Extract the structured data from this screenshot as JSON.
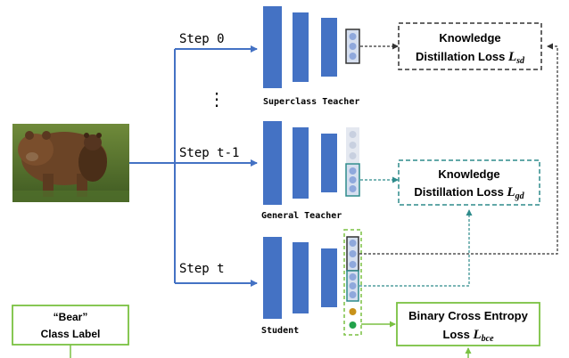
{
  "steps": {
    "step0": "Step 0",
    "ellipsis": "⋮",
    "stept1": "Step t-1",
    "stept": "Step t"
  },
  "networks": {
    "superclass_teacher": "Superclass Teacher",
    "general_teacher": "General Teacher",
    "student": "Student"
  },
  "losses": {
    "kd_sd": {
      "line1": "Knowledge",
      "line2": "Distillation Loss ",
      "symbol": "L",
      "subscript": "sd"
    },
    "kd_gd": {
      "line1": "Knowledge",
      "line2": "Distillation Loss ",
      "symbol": "L",
      "subscript": "gd"
    },
    "bce": {
      "line1": "Binary Cross Entropy",
      "line2": "Loss ",
      "symbol": "L",
      "subscript": "bce"
    }
  },
  "class_label": {
    "line1": "“Bear”",
    "line2": "Class Label"
  },
  "colors": {
    "network_blue": "#4472c4",
    "arrow_blue": "#4472c4",
    "teal": "#2e8b8b",
    "green": "#7ac142",
    "dark": "#333333",
    "node_blue": "#8fa8dc",
    "node_gray": "#c8d0e0",
    "node_orange": "#c8921a",
    "node_green": "#22a24a"
  }
}
